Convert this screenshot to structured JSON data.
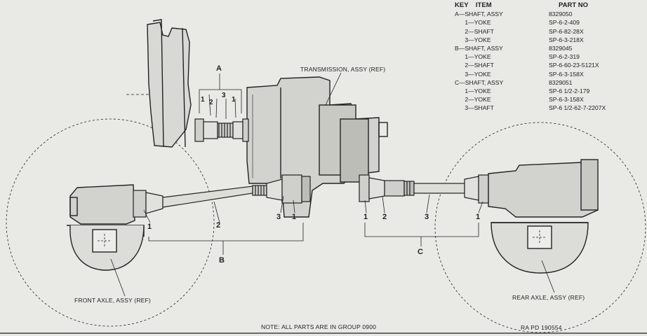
{
  "legend": {
    "header": {
      "key_item": "KEY    ITEM",
      "part_no": "PART NO"
    },
    "rows": [
      {
        "item": "A—SHAFT, ASSY",
        "part": "8329050"
      },
      {
        "item": "      1—YOKE",
        "part": "SP-6-2-409"
      },
      {
        "item": "      2—SHAFT",
        "part": "SP-6-82-28X"
      },
      {
        "item": "      3—YOKE",
        "part": "SP-6-3-218X"
      },
      {
        "item": "B—SHAFT, ASSY",
        "part": "8329045"
      },
      {
        "item": "      1—YOKE",
        "part": "SP-6-2-319"
      },
      {
        "item": "      2—SHAFT",
        "part": "SP-6-60-23-5121X"
      },
      {
        "item": "      3—YOKE",
        "part": "SP-6-3-158X"
      },
      {
        "item": "C—SHAFT, ASSY",
        "part": "8329051"
      },
      {
        "item": "      1—YOKE",
        "part": "SP-6 1/2-2-179"
      },
      {
        "item": "      2—YOKE",
        "part": "SP-6-3-158X"
      },
      {
        "item": "      3—SHAFT",
        "part": "SP-6 1/2-62-7-2207X"
      }
    ]
  },
  "labels": {
    "transmission": "TRANSMISSION, ASSY (REF)",
    "front_axle": "FRONT AXLE, ASSY (REF)",
    "rear_axle": "REAR AXLE, ASSY (REF)",
    "note": "NOTE: ALL PARTS ARE IN GROUP 0900",
    "figure_id": "RA PD 190554"
  },
  "callouts": {
    "A": "A",
    "B": "B",
    "C": "C",
    "a1_left": "1",
    "a2": "2",
    "a3": "3",
    "a1_right": "1",
    "b1_left": "1",
    "b2": "2",
    "b3": "3",
    "b1_right": "1",
    "c1_left": "1",
    "c2": "2",
    "c3": "3",
    "c1_right": "1"
  },
  "colors": {
    "ink": "#222222",
    "paper": "#e9e9e6"
  }
}
